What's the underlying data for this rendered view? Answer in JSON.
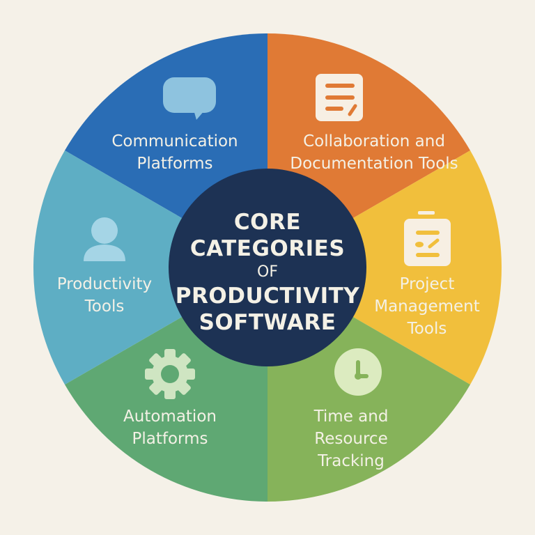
{
  "title": {
    "line1": "CORE",
    "line2": "CATEGORIES",
    "line3": "OF",
    "line4": "PRODUCTIVITY",
    "line5": "SOFTWARE"
  },
  "colors": {
    "background": "#f5f1e8",
    "center": "#1d3254",
    "text": "#f4f1e6"
  },
  "segments": [
    {
      "id": "communication",
      "lines": [
        "Communication",
        "Platforms"
      ],
      "color": "#2a6db5",
      "icon": "speech-bubble-icon",
      "icon_color": "#8ec3df"
    },
    {
      "id": "collaboration",
      "lines": [
        "Collaboration and",
        "Documentation Tools"
      ],
      "color": "#e07a35",
      "icon": "document-edit-icon",
      "icon_color": "#f7efe3"
    },
    {
      "id": "project-management",
      "lines": [
        "Project",
        "Management",
        "Tools"
      ],
      "color": "#f1bf3c",
      "icon": "clipboard-icon",
      "icon_color": "#f7efe3"
    },
    {
      "id": "time-tracking",
      "lines": [
        "Time and",
        "Resource",
        "Tracking"
      ],
      "color": "#86b35a",
      "icon": "clock-icon",
      "icon_color": "#dcebc0"
    },
    {
      "id": "automation",
      "lines": [
        "Automation",
        "Platforms"
      ],
      "color": "#5fa873",
      "icon": "gear-icon",
      "icon_color": "#cfe5c2"
    },
    {
      "id": "productivity",
      "lines": [
        "Productivity",
        "Tools"
      ],
      "color": "#5eaec4",
      "icon": "user-icon",
      "icon_color": "#a5d5e6"
    }
  ]
}
